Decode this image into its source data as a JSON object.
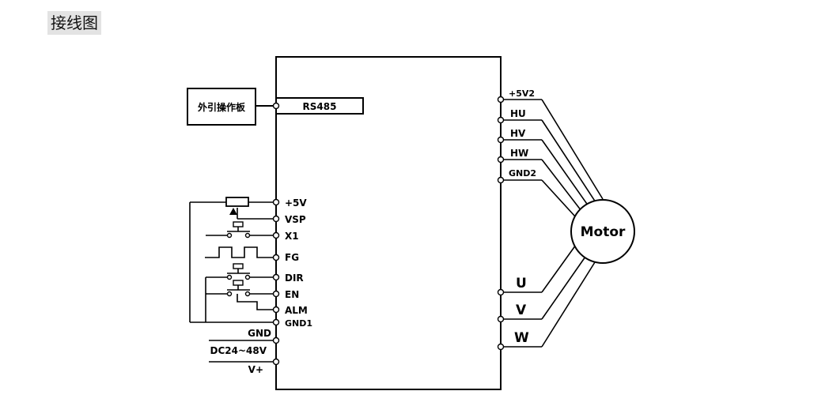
{
  "section_title": "接线图",
  "panel_label": "外引操作板",
  "rs485_label": "RS485",
  "left_terminals": [
    "+5V",
    "VSP",
    "X1",
    "FG",
    "DIR",
    "EN",
    "ALM",
    "GND1"
  ],
  "power_labels": {
    "gnd": "GND",
    "dc": "DC24~48V",
    "vplus": "V+"
  },
  "right_terminals": [
    "+5V2",
    "HU",
    "HV",
    "HW",
    "GND2"
  ],
  "phase_terminals": [
    "U",
    "V",
    "W"
  ],
  "motor_label": "Motor"
}
